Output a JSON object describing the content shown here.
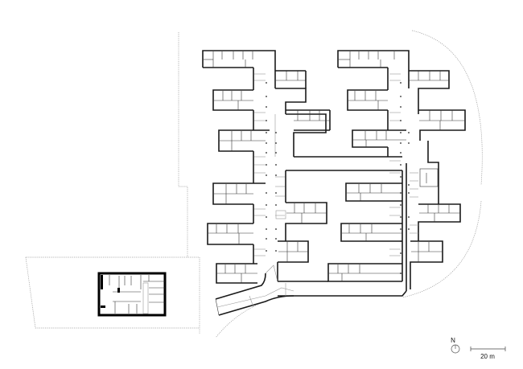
{
  "figure": {
    "type": "architectural-floor-plan",
    "description": "Site plan of a comb-shaped residential building with wings and a separate small annex building"
  },
  "north_arrow": {
    "label": "N"
  },
  "scale_bar": {
    "label": "20 m"
  },
  "colors": {
    "walls": "#1a1a1a",
    "site_boundary": "#9a9a9a",
    "background": "#ffffff"
  }
}
